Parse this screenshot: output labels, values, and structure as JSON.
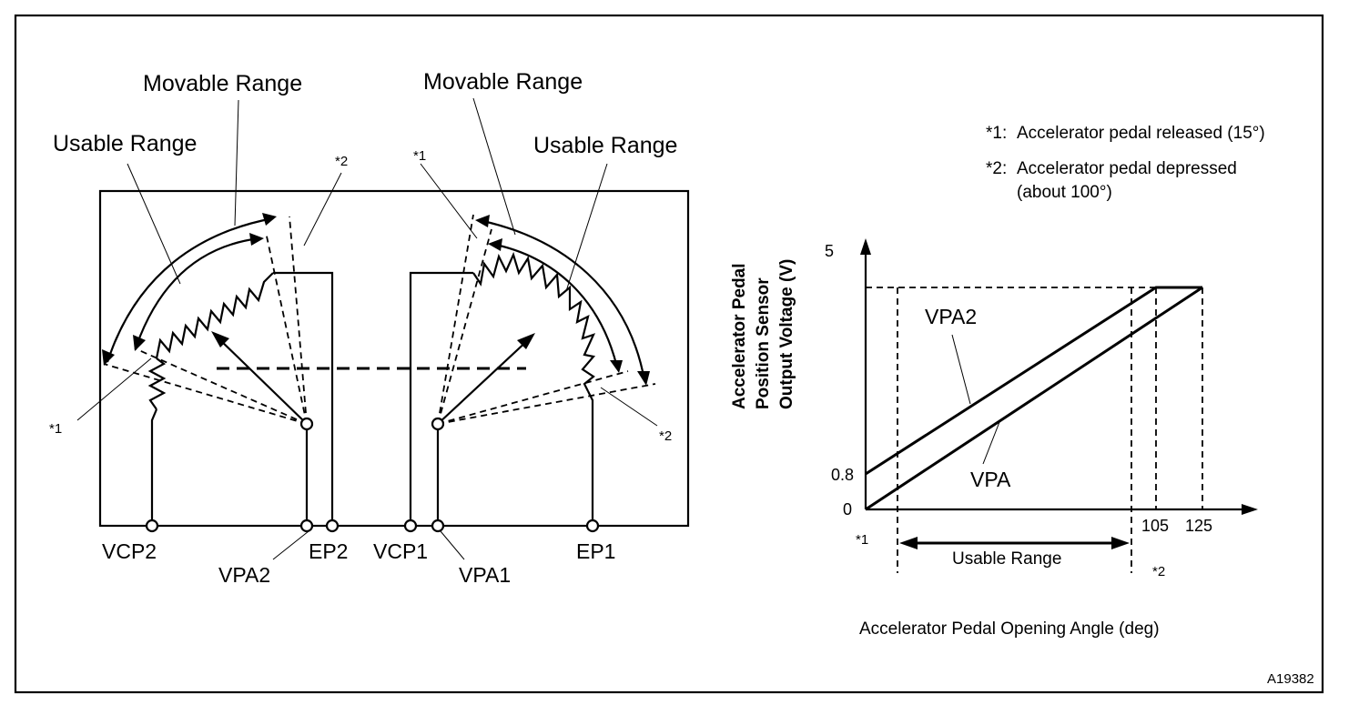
{
  "diagram": {
    "left_sensor": {
      "movable_range": "Movable Range",
      "usable_range": "Usable Range",
      "mark1": "*1",
      "mark2": "*2",
      "terminals": {
        "vcp2": "VCP2",
        "vpa2": "VPA2",
        "ep2": "EP2",
        "vcp1": "VCP1",
        "vpa1": "VPA1",
        "ep1": "EP1"
      }
    },
    "right_sensor": {
      "movable_range": "Movable Range",
      "usable_range": "Usable Range",
      "mark1": "*1",
      "mark2": "*2"
    },
    "notes": {
      "note1_mark": "*1:",
      "note1_text": "Accelerator pedal released (15°)",
      "note2_mark": "*2:",
      "note2_text": "Accelerator pedal depressed",
      "note2_text_cont": "(about 100°)"
    },
    "graph": {
      "ylabel_1": "Accelerator Pedal",
      "ylabel_2": "Position Sensor",
      "ylabel_3": "Output Voltage (V)",
      "xlabel": "Accelerator Pedal Opening Angle (deg)",
      "y_tick_5": "5",
      "y_tick_08": "0.8",
      "y_tick_0": "0",
      "x_tick_105": "105",
      "x_tick_125": "125",
      "series_vpa2": "VPA2",
      "series_vpa": "VPA",
      "usable_range": "Usable Range",
      "mark1": "*1",
      "mark2": "*2"
    },
    "figure_id": "A19382"
  }
}
